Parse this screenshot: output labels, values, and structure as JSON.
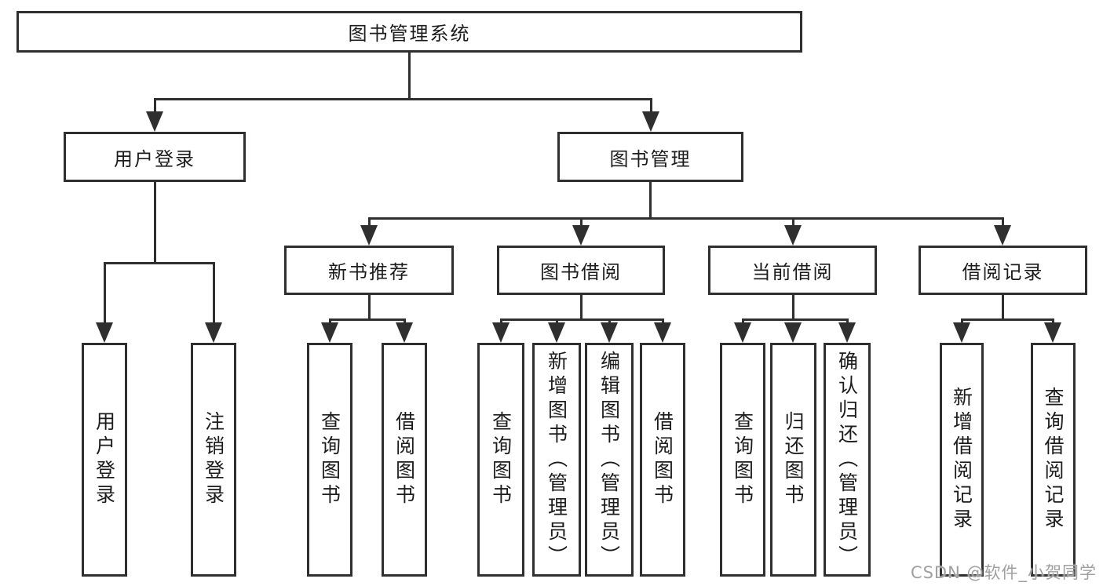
{
  "tree": {
    "root": {
      "label": "图书管理系统"
    },
    "branches": [
      {
        "label": "用户登录",
        "leaves": [
          {
            "label": "用户登录"
          },
          {
            "label": "注销登录"
          }
        ]
      },
      {
        "label": "图书管理",
        "groups": [
          {
            "label": "新书推荐",
            "leaves": [
              {
                "label": "查询图书"
              },
              {
                "label": "借阅图书"
              }
            ]
          },
          {
            "label": "图书借阅",
            "leaves": [
              {
                "label": "查询图书"
              },
              {
                "label": "新增图书（管理员）"
              },
              {
                "label": "编辑图书（管理员）"
              },
              {
                "label": "借阅图书"
              }
            ]
          },
          {
            "label": "当前借阅",
            "leaves": [
              {
                "label": "查询图书"
              },
              {
                "label": "归还图书"
              },
              {
                "label": "确认归还（管理员）"
              }
            ]
          },
          {
            "label": "借阅记录",
            "leaves": [
              {
                "label": "新增借阅记录"
              },
              {
                "label": "查询借阅记录"
              }
            ]
          }
        ]
      }
    ]
  },
  "watermark": {
    "text": "CSDN @软件_小贺同学"
  },
  "colors": {
    "line": "#2f2f2f",
    "box_border": "#2f2f2f",
    "box_bg": "#ffffff",
    "text": "#1c1c1c",
    "watermark": "#a0a0a0",
    "background": "#ffffff"
  }
}
